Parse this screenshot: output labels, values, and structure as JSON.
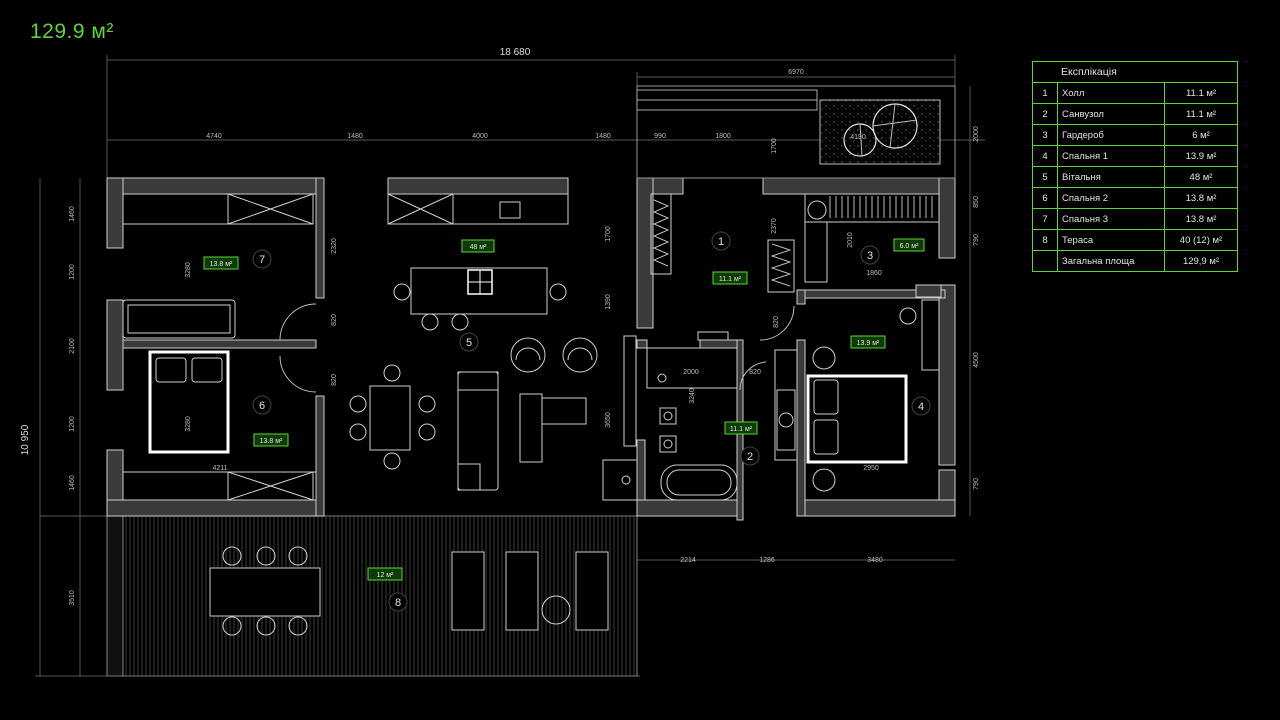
{
  "header": {
    "total_area": "129.9 м²"
  },
  "dimensions": {
    "overall_width": "18 680",
    "overall_depth": "10 950",
    "top_right": "6970",
    "top_row": [
      "4740",
      "1480",
      "4000",
      "1480",
      "990",
      "1800",
      "1700",
      "2000"
    ],
    "round_feature": "4190",
    "left_column": [
      "1460",
      "1200",
      "2100",
      "1200",
      "1460",
      "3510"
    ],
    "interior": [
      "3280",
      "3280",
      "2320",
      "1700",
      "1390",
      "820",
      "820",
      "3650",
      "2370",
      "2010",
      "1860",
      "820",
      "2000",
      "820",
      "3240",
      "4211",
      "2950"
    ],
    "right_column": [
      "850",
      "790",
      "4500",
      "790"
    ],
    "bottom_row": [
      "2214",
      "1286",
      "3480"
    ]
  },
  "rooms": [
    {
      "num": "1",
      "area": "11.1 м²"
    },
    {
      "num": "2",
      "area": "11.1 м²"
    },
    {
      "num": "3",
      "area": "6.0 м²"
    },
    {
      "num": "4",
      "area": "13.9 м²"
    },
    {
      "num": "5",
      "area": "48 м²"
    },
    {
      "num": "6",
      "area": "13.8 м²"
    },
    {
      "num": "7",
      "area": "13.8 м²"
    },
    {
      "num": "8",
      "area": "12 м²"
    }
  ],
  "legend": {
    "title": "Експлікація",
    "rows": [
      {
        "num": "1",
        "name": "Холл",
        "area": "11.1 м²"
      },
      {
        "num": "2",
        "name": "Санвузол",
        "area": "11.1 м²"
      },
      {
        "num": "3",
        "name": "Гардероб",
        "area": "6 м²"
      },
      {
        "num": "4",
        "name": "Спальня 1",
        "area": "13.9 м²"
      },
      {
        "num": "5",
        "name": "Вітальня",
        "area": "48 м²"
      },
      {
        "num": "6",
        "name": "Спальня 2",
        "area": "13.8 м²"
      },
      {
        "num": "7",
        "name": "Спальня 3",
        "area": "13.8 м²"
      },
      {
        "num": "8",
        "name": "Тераса",
        "area": "40 (12) м²"
      },
      {
        "num": "",
        "name": "Загальна площа",
        "area": "129,9 м²"
      }
    ]
  },
  "colors": {
    "accent": "#5fd33a",
    "badge_fill": "#0c3b06",
    "background": "#000000"
  }
}
